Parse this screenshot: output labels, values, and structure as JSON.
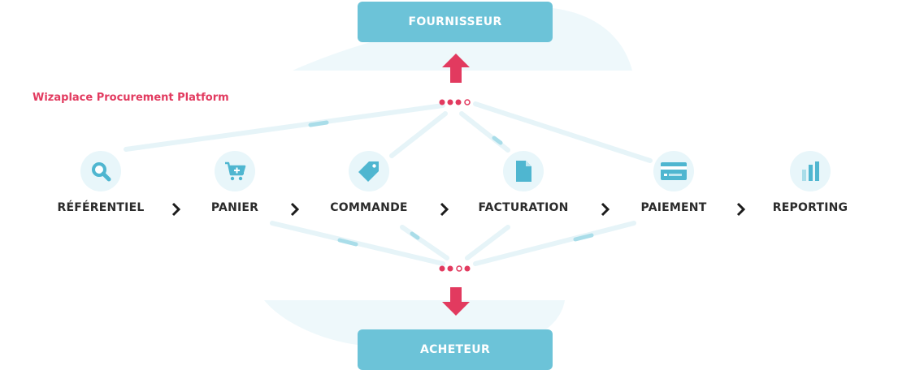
{
  "supplier": {
    "label": "FOURNISSEUR"
  },
  "buyer": {
    "label": "ACHETEUR"
  },
  "platform": {
    "label": "Wizaplace Procurement Platform"
  },
  "steps": [
    {
      "label": "RÉFÉRENTIEL",
      "icon": "search-icon"
    },
    {
      "label": "PANIER",
      "icon": "cart-add-icon"
    },
    {
      "label": "COMMANDE",
      "icon": "tag-icon"
    },
    {
      "label": "FACTURATION",
      "icon": "document-icon"
    },
    {
      "label": "PAIEMENT",
      "icon": "credit-card-icon"
    },
    {
      "label": "REPORTING",
      "icon": "bar-chart-icon"
    }
  ],
  "colors": {
    "box": "#6cc3d8",
    "accent": "#e23a5f",
    "icon_bg": "#e8f6fa",
    "line": "#e6f4f8",
    "dash": "#a9dde9"
  }
}
